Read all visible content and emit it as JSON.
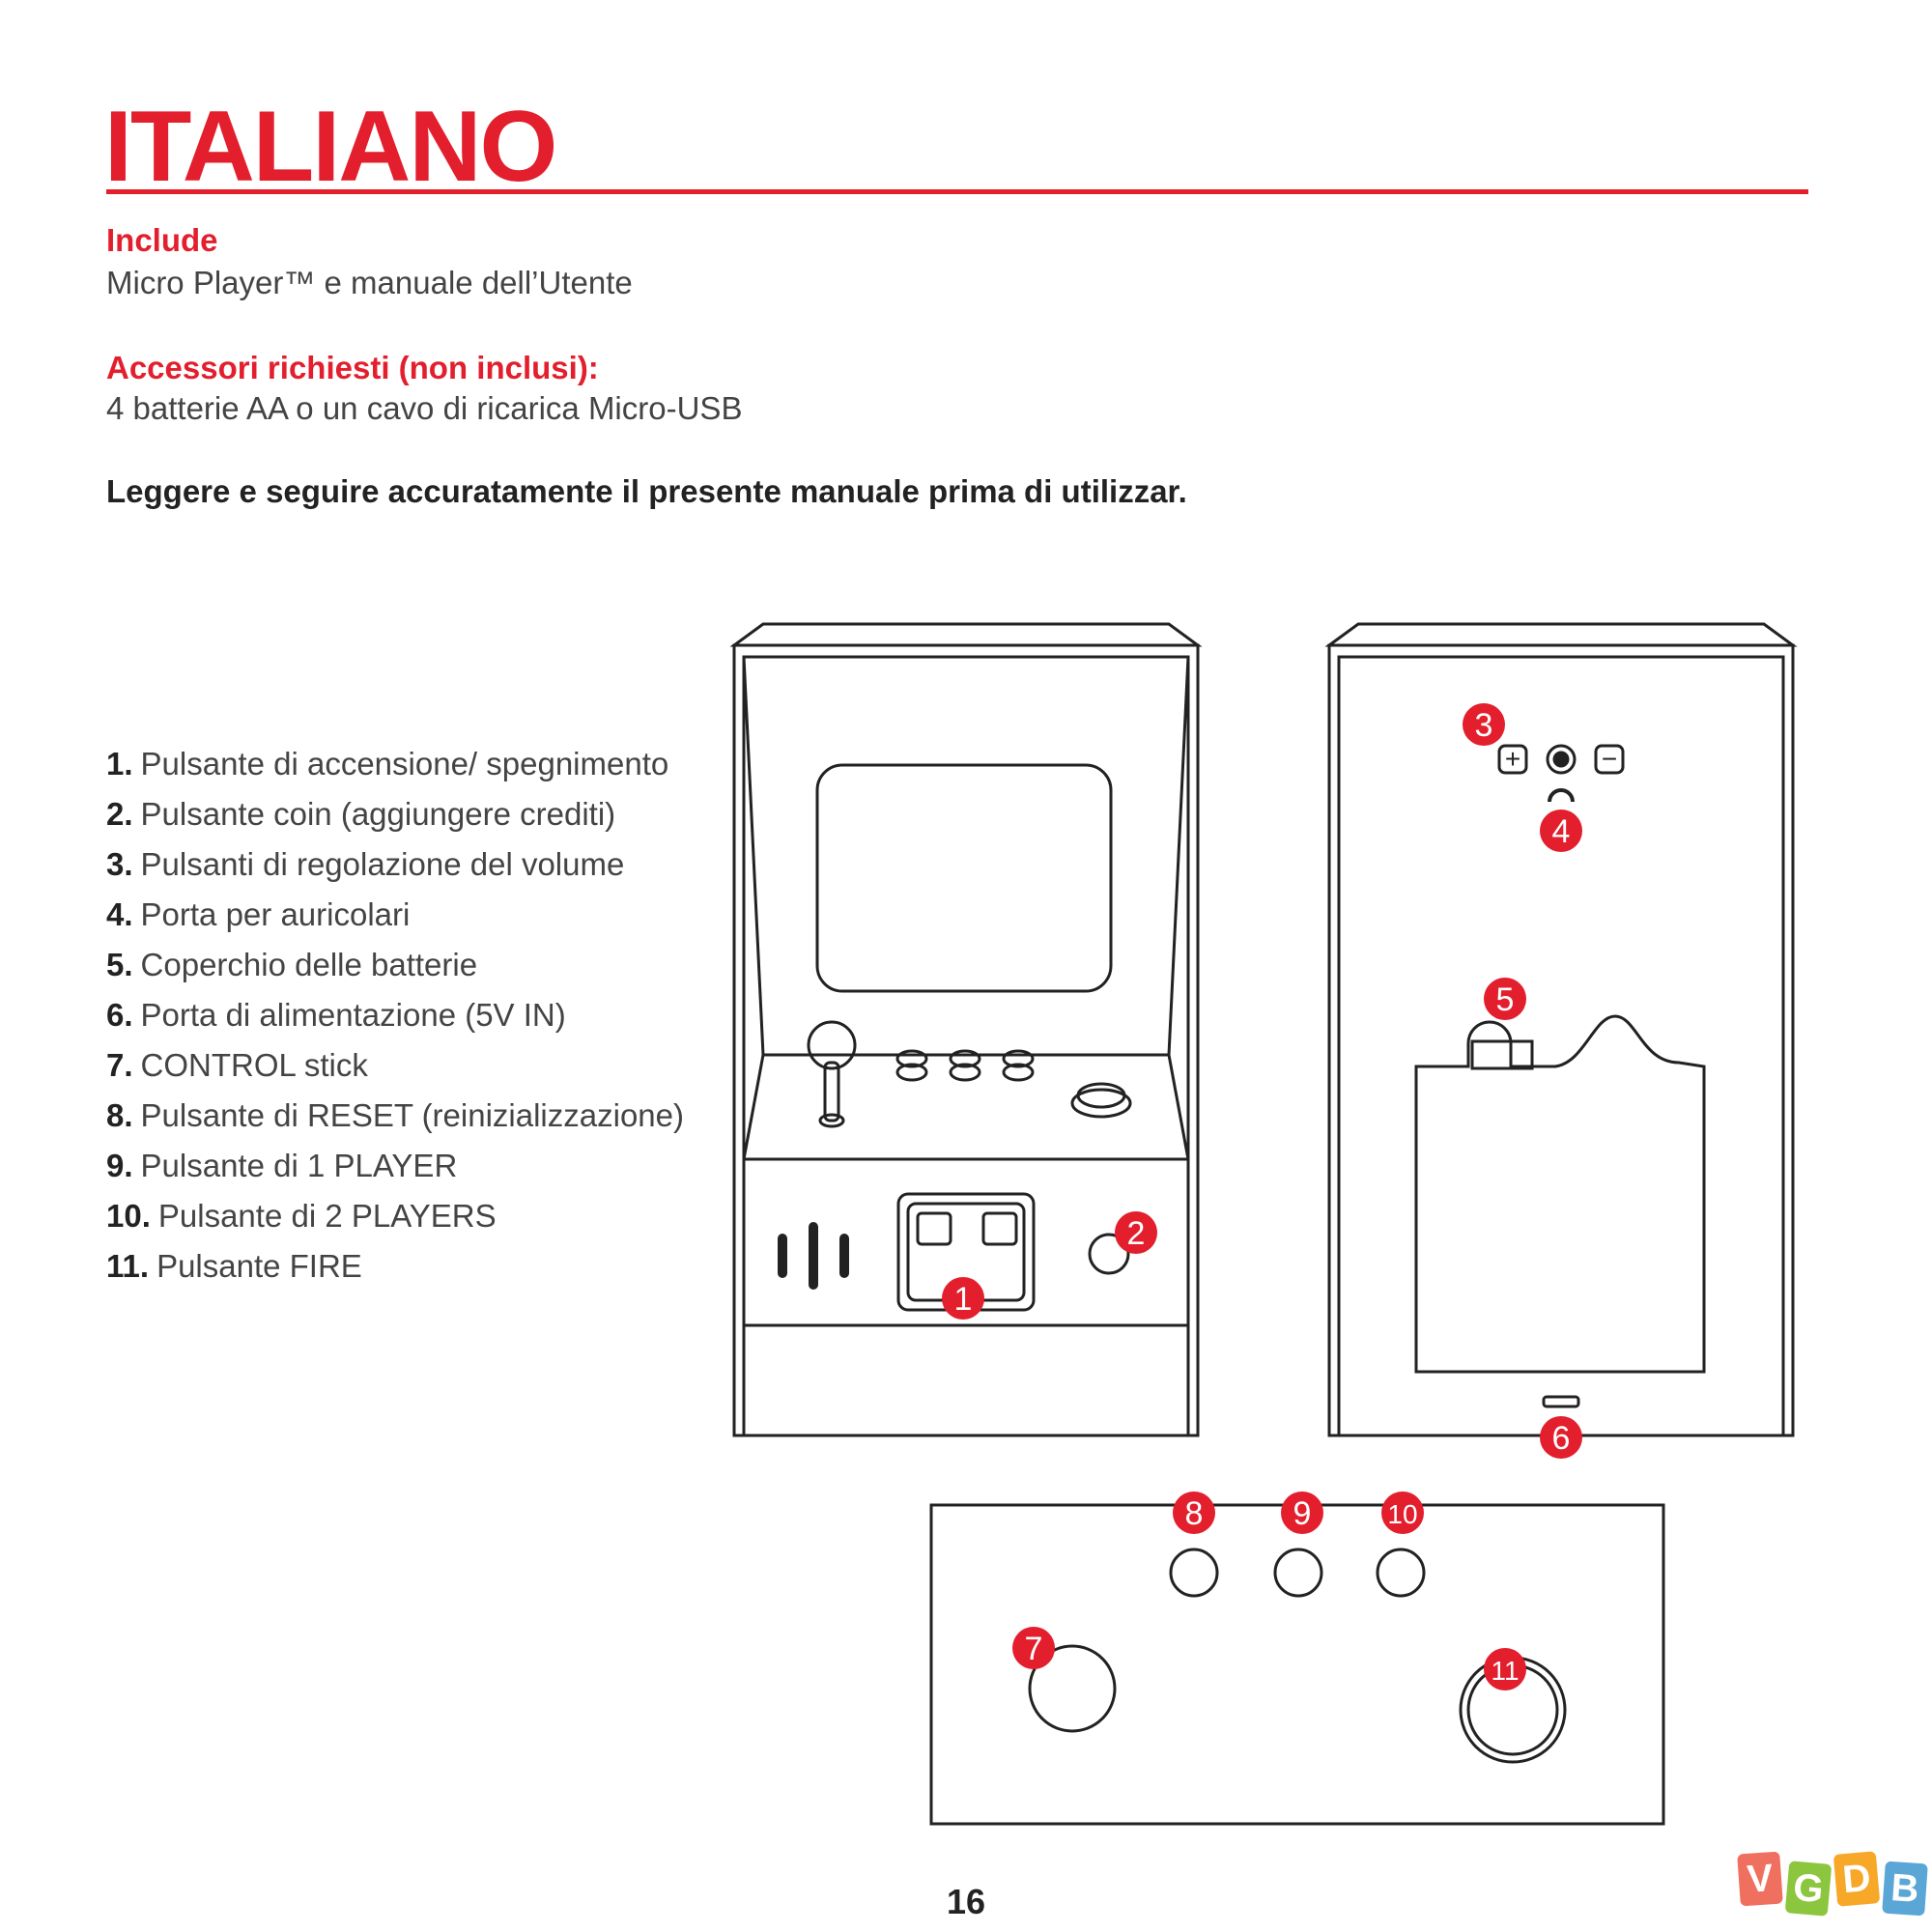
{
  "header": {
    "title": "ITALIANO"
  },
  "includes": {
    "heading": "Include",
    "text": "Micro Player™ e manuale dell’Utente"
  },
  "accessories": {
    "heading": "Accessori richiesti (non inclusi):",
    "text": "4 batterie AA o un cavo di ricarica Micro-USB"
  },
  "notice": "Leggere e seguire accuratamente il presente manuale prima di utilizzar.",
  "parts": [
    {
      "num": "1.",
      "label": "Pulsante di accensione/ spegnimento"
    },
    {
      "num": "2.",
      "label": "Pulsante coin (aggiungere crediti)"
    },
    {
      "num": "3.",
      "label": "Pulsanti di regolazione del volume"
    },
    {
      "num": "4.",
      "label": "Porta per auricolari"
    },
    {
      "num": "5.",
      "label": "Coperchio delle batterie"
    },
    {
      "num": "6.",
      "label": "Porta di alimentazione (5V IN)"
    },
    {
      "num": "7.",
      "label": "CONTROL stick"
    },
    {
      "num": "8.",
      "label": "Pulsante di RESET (reinizializzazione)"
    },
    {
      "num": "9.",
      "label": "Pulsante di 1 PLAYER"
    },
    {
      "num": "10.",
      "label": "Pulsante di 2 PLAYERS"
    },
    {
      "num": "11.",
      "label": "Pulsante FIRE"
    }
  ],
  "callouts": [
    "1",
    "2",
    "3",
    "4",
    "5",
    "6",
    "7",
    "8",
    "9",
    "10",
    "11"
  ],
  "diagram": {
    "volume_plus": "+",
    "volume_minus": "−"
  },
  "page_number": "16",
  "watermark": {
    "letters": [
      "V",
      "G",
      "D",
      "B"
    ]
  },
  "colors": {
    "accent": "#e31e2d",
    "text": "#444444",
    "line": "#222222"
  }
}
